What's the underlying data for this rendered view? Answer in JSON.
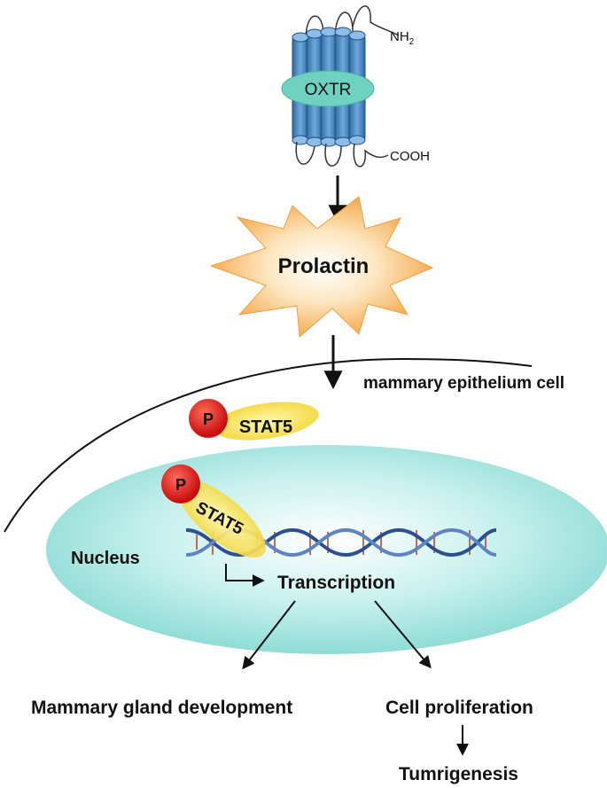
{
  "labels": {
    "receptor": "OXTR",
    "amino_terminus": "NH",
    "amino_subscript": "2",
    "carboxyl_terminus": "COOH",
    "hormone": "Prolactin",
    "cell": "mammary epithelium cell",
    "phospho_top": "P",
    "stat_top": "STAT5",
    "phospho_bottom": "P",
    "stat_bottom": "STAT5",
    "nucleus": "Nucleus",
    "transcription": "Transcription",
    "outcome_left": "Mammary gland development",
    "outcome_right": "Cell proliferation",
    "outcome_final": "Tumrigenesis"
  },
  "colors": {
    "receptor_blue": "#5b9bd5",
    "receptor_oval": "#6fd1c0",
    "burst_orange": "#f4a340",
    "nucleus_cyan": "#9ee4df",
    "phospho_red": "#e31b1b",
    "stat_yellow": "#f7e34a",
    "dna_blue": "#3a64a8",
    "dna_red": "#c0392b"
  }
}
